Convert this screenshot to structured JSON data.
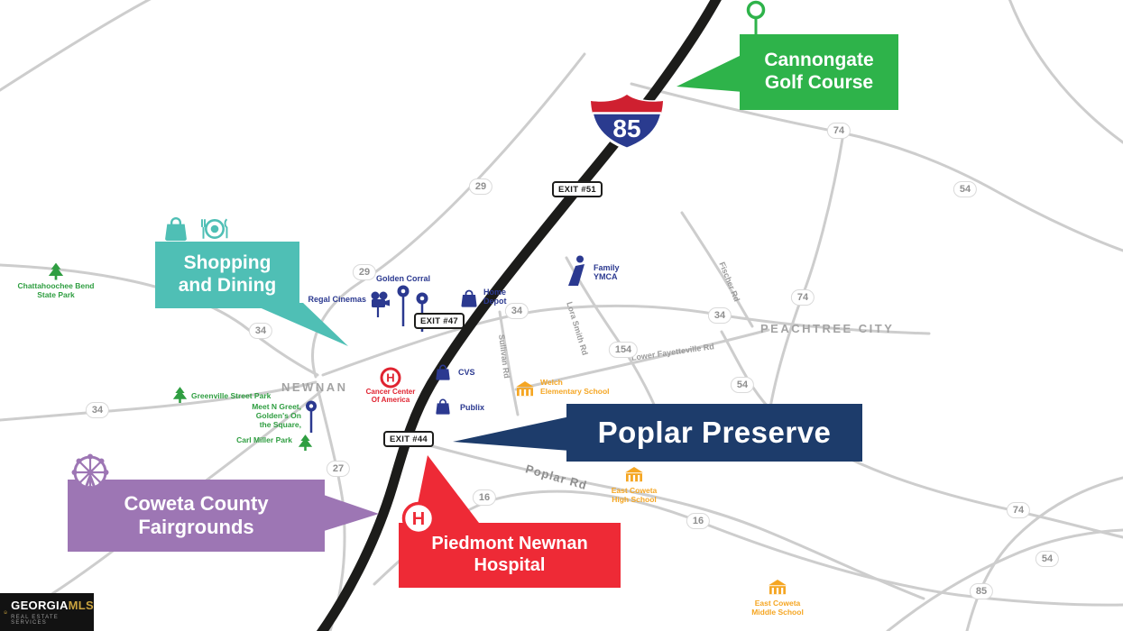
{
  "map": {
    "interstate_number": "85",
    "colors": {
      "road_gray": "#cdcdcd",
      "highway_black": "#1c1c1a",
      "poi_blue": "#2b3990",
      "park_green": "#2f9e41",
      "school_amber": "#f5a623",
      "city_gray": "#a3a3a3",
      "callout_green": "#2eb34a",
      "callout_teal": "#4fbfb5",
      "callout_navy": "#1d3c6b",
      "callout_purple": "#9d76b4",
      "callout_red": "#ee2a36"
    }
  },
  "exits": {
    "exit51": "EXIT #51",
    "exit47": "EXIT #47",
    "exit44": "EXIT #44"
  },
  "routes": {
    "list": [
      "29",
      "74",
      "54",
      "29",
      "74",
      "34",
      "34",
      "34",
      "154",
      "54",
      "34",
      "27",
      "16",
      "16",
      "74",
      "54",
      "85"
    ]
  },
  "callouts": {
    "cannongate": {
      "line1": "Cannongate",
      "line2": "Golf Course"
    },
    "shopping": {
      "line1": "Shopping",
      "line2": "and Dining"
    },
    "poplar": {
      "text": "Poplar Preserve"
    },
    "fairgrounds": {
      "line1": "Coweta County",
      "line2": "Fairgrounds"
    },
    "hospital": {
      "line1": "Piedmont Newnan",
      "line2": "Hospital",
      "icon_letter": "H"
    }
  },
  "pois": {
    "golden_corral": "Golden Corral",
    "regal_cinemas": "Regal Cinemas",
    "home_depot": "Home Depot",
    "family_ymca": {
      "line1": "Family",
      "line2": "YMCA"
    },
    "cvs": "CVS",
    "publix": "Publix",
    "cancer_center": {
      "line1": "Cancer Center",
      "line2": "Of America",
      "icon_letter": "H"
    }
  },
  "parks": {
    "chattahoochee": "Chattahoochee Bend State Park",
    "greenville": "Greenville Street Park",
    "carl_miller": "Carl Miller Park",
    "meet_n_greet": {
      "line1": "Meet N Greet,",
      "line2": "Golden's On",
      "line3": "the Square,"
    }
  },
  "schools": {
    "welch": {
      "line1": "Welch",
      "line2": "Elementary School"
    },
    "east_coweta_high": {
      "line1": "East Coweta",
      "line2": "High School"
    },
    "east_coweta_middle": {
      "line1": "East Coweta",
      "line2": "Middle School"
    }
  },
  "cities": {
    "newnan": "NEWNAN",
    "peachtree_city": "PEACHTREE CITY"
  },
  "road_names": {
    "fischer": "Fischer Rd",
    "lora_smith": "Lora Smith Rd",
    "sullivan": "Sullivan Rd",
    "lower_fayetteville": "Lower Fayetteville Rd",
    "poplar_rd": "Poplar Rd"
  },
  "logo": {
    "brand_part1": "GEORGIA",
    "brand_part2": "MLS",
    "tagline": "REAL ESTATE SERVICES"
  }
}
